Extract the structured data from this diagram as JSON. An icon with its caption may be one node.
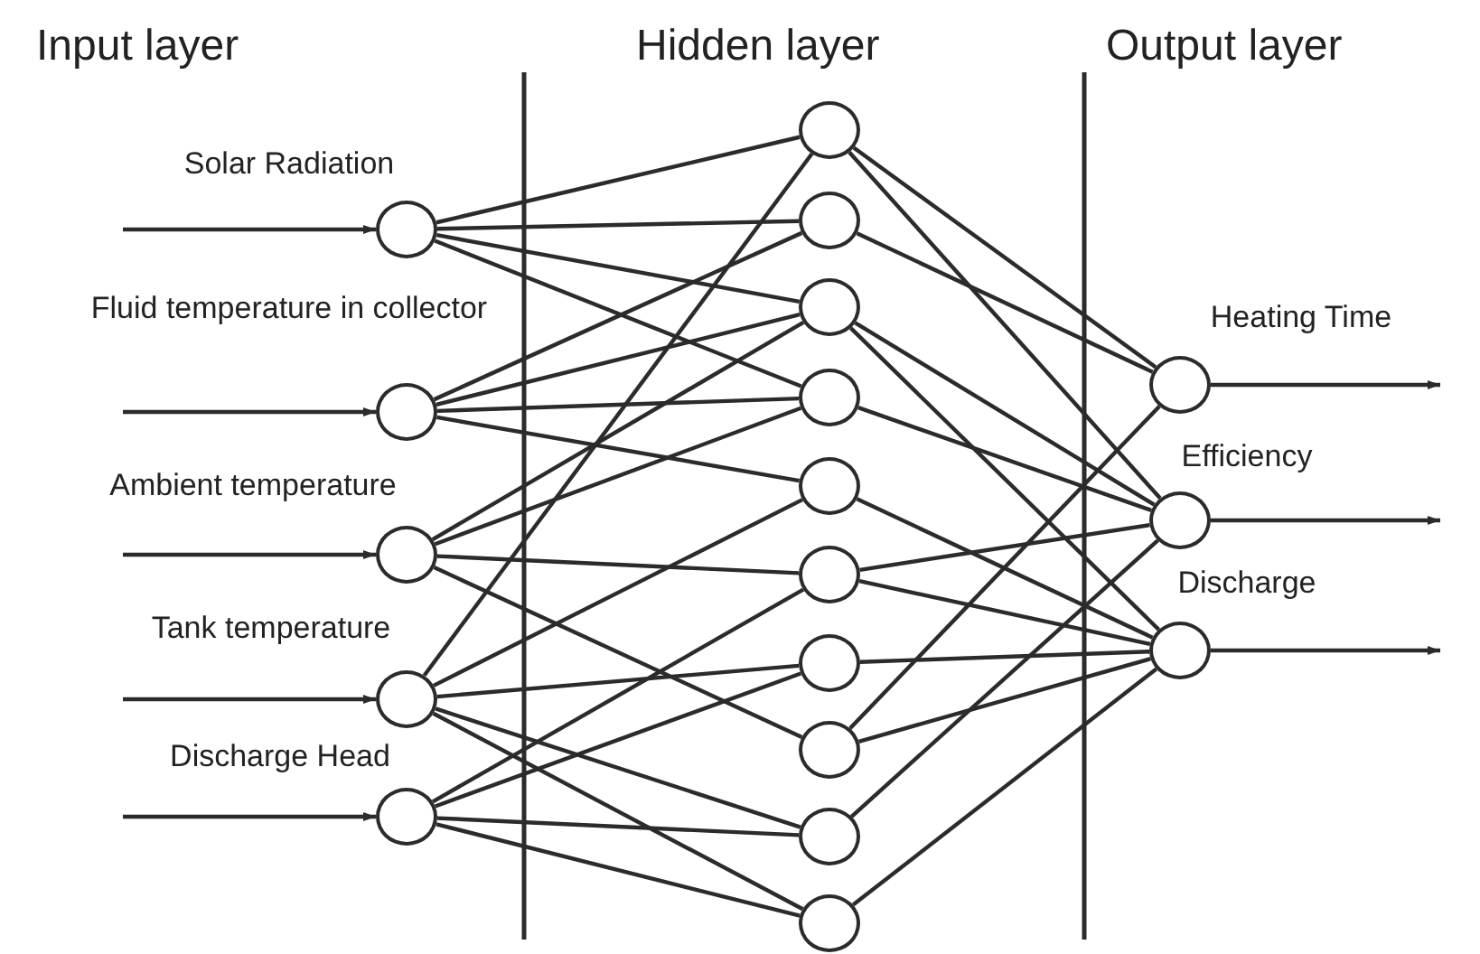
{
  "diagram": {
    "nodes": [
      {
        "text": [],
        "shape": "circle",
        "beside": [
          "Solar Radiation"
        ]
      },
      {
        "text": [],
        "shape": "circle",
        "beside": [
          "Fluid temperature in collector"
        ]
      },
      {
        "text": [],
        "shape": "circle",
        "beside": [
          "Ambient temperature"
        ]
      },
      {
        "text": [],
        "shape": "circle",
        "beside": [
          "Tank temperature"
        ]
      },
      {
        "text": [],
        "shape": "circle",
        "beside": [
          "Discharge Head"
        ]
      },
      {
        "text": [],
        "shape": "circle"
      },
      {
        "text": [],
        "shape": "circle"
      },
      {
        "text": [],
        "shape": "circle"
      },
      {
        "text": [],
        "shape": "circle"
      },
      {
        "text": [],
        "shape": "circle"
      },
      {
        "text": [],
        "shape": "circle"
      },
      {
        "text": [],
        "shape": "circle"
      },
      {
        "text": [],
        "shape": "circle"
      },
      {
        "text": [],
        "shape": "circle"
      },
      {
        "text": [],
        "shape": "circle"
      },
      {
        "text": [],
        "shape": "circle",
        "beside": [
          "Heating Time"
        ]
      },
      {
        "text": [],
        "shape": "circle",
        "beside": [
          "Efficiency"
        ]
      },
      {
        "text": [],
        "shape": "circle",
        "beside": [
          "Discharge"
        ]
      }
    ],
    "edges": [
      {
        "from": null,
        "to": 0,
        "arrow": "to"
      },
      {
        "from": null,
        "to": 1,
        "arrow": "to"
      },
      {
        "from": null,
        "to": 2,
        "arrow": "to"
      },
      {
        "from": null,
        "to": 3,
        "arrow": "to"
      },
      {
        "from": null,
        "to": 4,
        "arrow": "to"
      },
      {
        "from": 0,
        "to": 5,
        "arrow": "none"
      },
      {
        "from": 0,
        "to": 6,
        "arrow": "none"
      },
      {
        "from": 0,
        "to": 7,
        "arrow": "none"
      },
      {
        "from": 0,
        "to": 8,
        "arrow": "none"
      },
      {
        "from": 1,
        "to": 6,
        "arrow": "none"
      },
      {
        "from": 1,
        "to": 7,
        "arrow": "none"
      },
      {
        "from": 1,
        "to": 8,
        "arrow": "none"
      },
      {
        "from": 1,
        "to": 9,
        "arrow": "none"
      },
      {
        "from": 2,
        "to": 7,
        "arrow": "none"
      },
      {
        "from": 2,
        "to": 8,
        "arrow": "none"
      },
      {
        "from": 2,
        "to": 10,
        "arrow": "none"
      },
      {
        "from": 2,
        "to": 12,
        "arrow": "none"
      },
      {
        "from": 3,
        "to": 5,
        "arrow": "none"
      },
      {
        "from": 3,
        "to": 9,
        "arrow": "none"
      },
      {
        "from": 3,
        "to": 11,
        "arrow": "none"
      },
      {
        "from": 3,
        "to": 13,
        "arrow": "none"
      },
      {
        "from": 3,
        "to": 14,
        "arrow": "none"
      },
      {
        "from": 4,
        "to": 10,
        "arrow": "none"
      },
      {
        "from": 4,
        "to": 11,
        "arrow": "none"
      },
      {
        "from": 4,
        "to": 13,
        "arrow": "none"
      },
      {
        "from": 4,
        "to": 14,
        "arrow": "none"
      },
      {
        "from": 5,
        "to": 15,
        "arrow": "none"
      },
      {
        "from": 5,
        "to": 16,
        "arrow": "none"
      },
      {
        "from": 6,
        "to": 15,
        "arrow": "none"
      },
      {
        "from": 7,
        "to": 16,
        "arrow": "none"
      },
      {
        "from": 7,
        "to": 17,
        "arrow": "none"
      },
      {
        "from": 8,
        "to": 16,
        "arrow": "none"
      },
      {
        "from": 9,
        "to": 17,
        "arrow": "none"
      },
      {
        "from": 10,
        "to": 16,
        "arrow": "none"
      },
      {
        "from": 10,
        "to": 17,
        "arrow": "none"
      },
      {
        "from": 11,
        "to": 17,
        "arrow": "none"
      },
      {
        "from": 12,
        "to": 15,
        "arrow": "none"
      },
      {
        "from": 12,
        "to": 17,
        "arrow": "none"
      },
      {
        "from": 13,
        "to": 16,
        "arrow": "none"
      },
      {
        "from": 14,
        "to": 17,
        "arrow": "none"
      },
      {
        "from": 15,
        "to": null,
        "arrow": "to"
      },
      {
        "from": 16,
        "to": null,
        "arrow": "to"
      },
      {
        "from": 17,
        "to": null,
        "arrow": "to"
      }
    ],
    "labels": [
      "Input layer",
      "Hidden layer",
      "Output layer"
    ]
  }
}
